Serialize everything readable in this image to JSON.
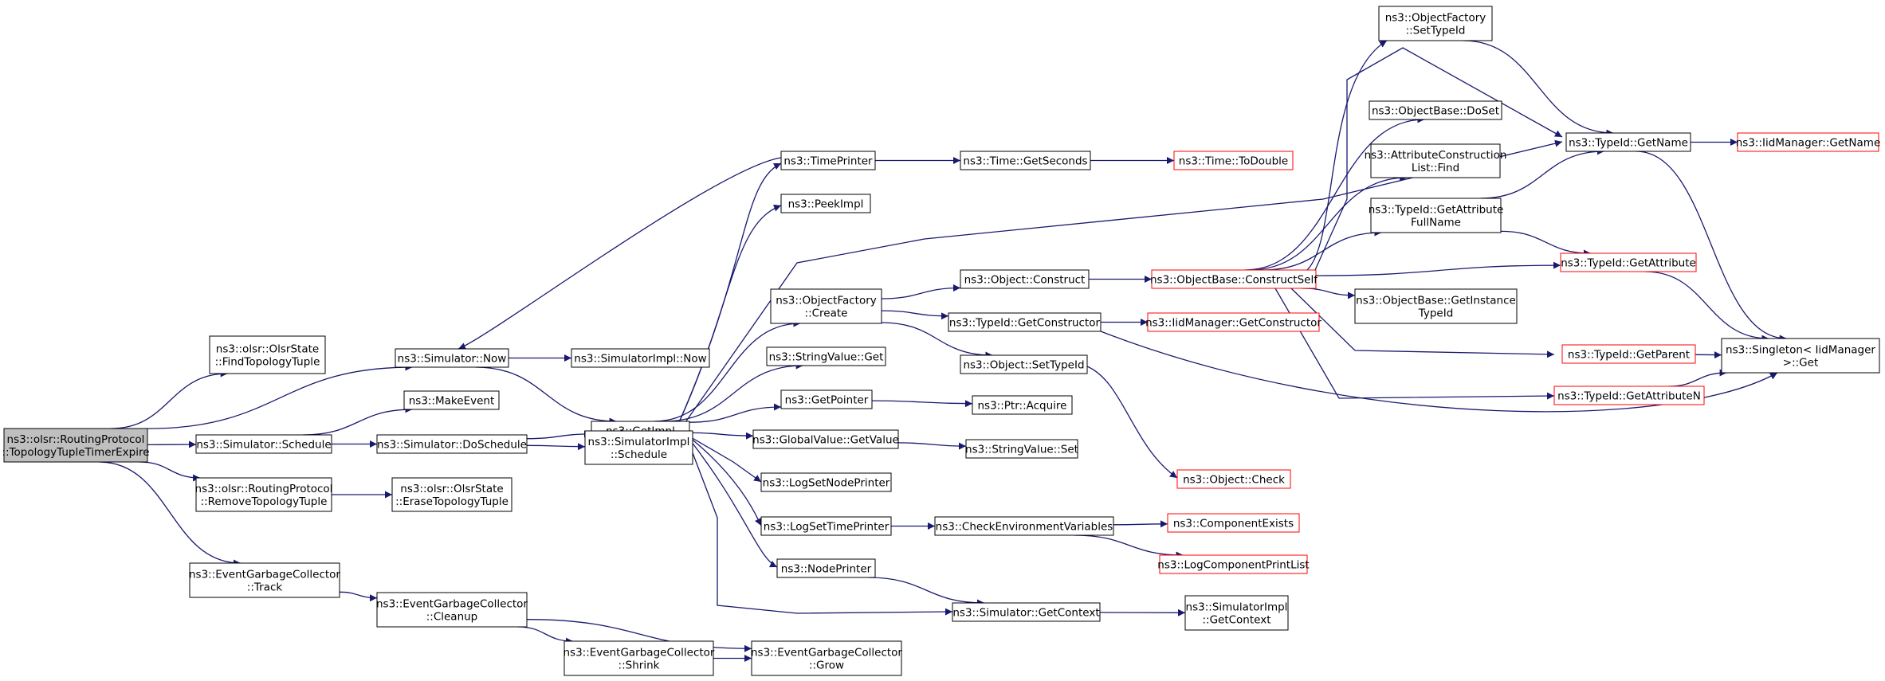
{
  "colors": {
    "edge": "#191970",
    "node_border": "#000000",
    "leaf_border": "#ff0000",
    "root_fill": "#bfbfbf",
    "node_fill": "#ffffff"
  },
  "nodes": [
    {
      "id": "root",
      "lines": [
        "ns3::olsr::RoutingProtocol",
        "::TopologyTupleTimerExpire"
      ],
      "kind": "root"
    },
    {
      "id": "findtt",
      "lines": [
        "ns3::olsr::OlsrState",
        "::FindTopologyTuple"
      ],
      "kind": "normal"
    },
    {
      "id": "simnow",
      "lines": [
        "ns3::Simulator::Now"
      ],
      "kind": "normal"
    },
    {
      "id": "schedule",
      "lines": [
        "ns3::Simulator::Schedule"
      ],
      "kind": "normal"
    },
    {
      "id": "removett",
      "lines": [
        "ns3::olsr::RoutingProtocol",
        "::RemoveTopologyTuple"
      ],
      "kind": "normal"
    },
    {
      "id": "egctrack",
      "lines": [
        "ns3::EventGarbageCollector",
        "::Track"
      ],
      "kind": "normal"
    },
    {
      "id": "makeevent",
      "lines": [
        "ns3::MakeEvent"
      ],
      "kind": "normal"
    },
    {
      "id": "doschedule",
      "lines": [
        "ns3::Simulator::DoSchedule"
      ],
      "kind": "normal"
    },
    {
      "id": "erasett",
      "lines": [
        "ns3::olsr::OlsrState",
        "::EraseTopologyTuple"
      ],
      "kind": "normal"
    },
    {
      "id": "egccleanup",
      "lines": [
        "ns3::EventGarbageCollector",
        "::Cleanup"
      ],
      "kind": "normal"
    },
    {
      "id": "simimplnow",
      "lines": [
        "ns3::SimulatorImpl::Now"
      ],
      "kind": "normal"
    },
    {
      "id": "getimpl",
      "lines": [
        "ns3::GetImpl"
      ],
      "kind": "normal"
    },
    {
      "id": "simimplschedule",
      "lines": [
        "ns3::SimulatorImpl",
        "::Schedule"
      ],
      "kind": "normal"
    },
    {
      "id": "egcshrink",
      "lines": [
        "ns3::EventGarbageCollector",
        "::Shrink"
      ],
      "kind": "normal"
    },
    {
      "id": "egcgrow",
      "lines": [
        "ns3::EventGarbageCollector",
        "::Grow"
      ],
      "kind": "normal"
    },
    {
      "id": "timeprinter",
      "lines": [
        "ns3::TimePrinter"
      ],
      "kind": "normal"
    },
    {
      "id": "peekimpl",
      "lines": [
        "ns3::PeekImpl"
      ],
      "kind": "normal"
    },
    {
      "id": "ofcreate",
      "lines": [
        "ns3::ObjectFactory",
        "::Create"
      ],
      "kind": "normal"
    },
    {
      "id": "stringvalueget",
      "lines": [
        "ns3::StringValue::Get"
      ],
      "kind": "normal"
    },
    {
      "id": "getpointer",
      "lines": [
        "ns3::GetPointer"
      ],
      "kind": "normal"
    },
    {
      "id": "gvgetvalue",
      "lines": [
        "ns3::GlobalValue::GetValue"
      ],
      "kind": "normal"
    },
    {
      "id": "logsetnode",
      "lines": [
        "ns3::LogSetNodePrinter"
      ],
      "kind": "normal"
    },
    {
      "id": "logsettime",
      "lines": [
        "ns3::LogSetTimePrinter"
      ],
      "kind": "normal"
    },
    {
      "id": "nodeprinter",
      "lines": [
        "ns3::NodePrinter"
      ],
      "kind": "normal"
    },
    {
      "id": "timegetseconds",
      "lines": [
        "ns3::Time::GetSeconds"
      ],
      "kind": "normal"
    },
    {
      "id": "objconstruct",
      "lines": [
        "ns3::Object::Construct"
      ],
      "kind": "normal"
    },
    {
      "id": "typeidgetctor",
      "lines": [
        "ns3::TypeId::GetConstructor"
      ],
      "kind": "normal"
    },
    {
      "id": "objsettypeid",
      "lines": [
        "ns3::Object::SetTypeId"
      ],
      "kind": "normal"
    },
    {
      "id": "ptracquire",
      "lines": [
        "ns3::Ptr::Acquire"
      ],
      "kind": "normal"
    },
    {
      "id": "stringvalueset",
      "lines": [
        "ns3::StringValue::Set"
      ],
      "kind": "normal"
    },
    {
      "id": "checkenv",
      "lines": [
        "ns3::CheckEnvironmentVariables"
      ],
      "kind": "normal"
    },
    {
      "id": "simgetcontext",
      "lines": [
        "ns3::Simulator::GetContext"
      ],
      "kind": "normal"
    },
    {
      "id": "timetodouble",
      "lines": [
        "ns3::Time::ToDouble"
      ],
      "kind": "leaf"
    },
    {
      "id": "obconstructself",
      "lines": [
        "ns3::ObjectBase::ConstructSelf"
      ],
      "kind": "leaf"
    },
    {
      "id": "iidgetctor",
      "lines": [
        "ns3::IidManager::GetConstructor"
      ],
      "kind": "leaf"
    },
    {
      "id": "objcheck",
      "lines": [
        "ns3::Object::Check"
      ],
      "kind": "leaf"
    },
    {
      "id": "compexists",
      "lines": [
        "ns3::ComponentExists"
      ],
      "kind": "leaf"
    },
    {
      "id": "logcompprint",
      "lines": [
        "ns3::LogComponentPrintList"
      ],
      "kind": "leaf"
    },
    {
      "id": "simimplgetctx",
      "lines": [
        "ns3::SimulatorImpl",
        "::GetContext"
      ],
      "kind": "normal"
    },
    {
      "id": "ofsettypeid",
      "lines": [
        "ns3::ObjectFactory",
        "::SetTypeId"
      ],
      "kind": "normal"
    },
    {
      "id": "obdoset",
      "lines": [
        "ns3::ObjectBase::DoSet"
      ],
      "kind": "normal"
    },
    {
      "id": "aclfind",
      "lines": [
        "ns3::AttributeConstruction",
        "List::Find"
      ],
      "kind": "normal"
    },
    {
      "id": "typeidgetattrfull",
      "lines": [
        "ns3::TypeId::GetAttribute",
        "FullName"
      ],
      "kind": "normal"
    },
    {
      "id": "obgetinstance",
      "lines": [
        "ns3::ObjectBase::GetInstance",
        "TypeId"
      ],
      "kind": "normal"
    },
    {
      "id": "typeidgetname",
      "lines": [
        "ns3::TypeId::GetName"
      ],
      "kind": "normal"
    },
    {
      "id": "typeidgetattr",
      "lines": [
        "ns3::TypeId::GetAttribute"
      ],
      "kind": "leaf"
    },
    {
      "id": "typeidgetparent",
      "lines": [
        "ns3::TypeId::GetParent"
      ],
      "kind": "leaf"
    },
    {
      "id": "typeidgetattrn",
      "lines": [
        "ns3::TypeId::GetAttributeN"
      ],
      "kind": "leaf"
    },
    {
      "id": "iidgetname",
      "lines": [
        "ns3::IidManager::GetName"
      ],
      "kind": "leaf"
    },
    {
      "id": "singletonget",
      "lines": [
        "ns3::Singleton< IidManager",
        " >::Get"
      ],
      "kind": "normal"
    }
  ],
  "edges": [
    [
      "root",
      "findtt"
    ],
    [
      "root",
      "simnow"
    ],
    [
      "root",
      "schedule"
    ],
    [
      "root",
      "removett"
    ],
    [
      "root",
      "egctrack"
    ],
    [
      "schedule",
      "makeevent"
    ],
    [
      "schedule",
      "doschedule"
    ],
    [
      "removett",
      "erasett"
    ],
    [
      "egctrack",
      "egccleanup"
    ],
    [
      "simnow",
      "simimplnow"
    ],
    [
      "simnow",
      "getimpl"
    ],
    [
      "doschedule",
      "getimpl"
    ],
    [
      "doschedule",
      "simimplschedule"
    ],
    [
      "egccleanup",
      "egcshrink"
    ],
    [
      "egccleanup",
      "egcgrow"
    ],
    [
      "egcshrink",
      "egcgrow"
    ],
    [
      "getimpl",
      "timeprinter"
    ],
    [
      "getimpl",
      "peekimpl"
    ],
    [
      "getimpl",
      "ofcreate"
    ],
    [
      "getimpl",
      "stringvalueget"
    ],
    [
      "getimpl",
      "getpointer"
    ],
    [
      "getimpl",
      "gvgetvalue"
    ],
    [
      "getimpl",
      "logsetnode"
    ],
    [
      "getimpl",
      "logsettime"
    ],
    [
      "getimpl",
      "nodeprinter"
    ],
    [
      "getimpl",
      "simgetcontext"
    ],
    [
      "getimpl",
      "typeidgetname"
    ],
    [
      "timeprinter",
      "simnow"
    ],
    [
      "timeprinter",
      "timegetseconds"
    ],
    [
      "timegetseconds",
      "timetodouble"
    ],
    [
      "ofcreate",
      "objconstruct"
    ],
    [
      "ofcreate",
      "typeidgetctor"
    ],
    [
      "ofcreate",
      "objsettypeid"
    ],
    [
      "getpointer",
      "ptracquire"
    ],
    [
      "gvgetvalue",
      "stringvalueset"
    ],
    [
      "logsettime",
      "checkenv"
    ],
    [
      "nodeprinter",
      "simgetcontext"
    ],
    [
      "objconstruct",
      "obconstructself"
    ],
    [
      "typeidgetctor",
      "iidgetctor"
    ],
    [
      "typeidgetctor",
      "singletonget"
    ],
    [
      "objsettypeid",
      "objcheck"
    ],
    [
      "checkenv",
      "compexists"
    ],
    [
      "checkenv",
      "logcompprint"
    ],
    [
      "simgetcontext",
      "simimplgetctx"
    ],
    [
      "obconstructself",
      "ofsettypeid"
    ],
    [
      "obconstructself",
      "obdoset"
    ],
    [
      "obconstructself",
      "aclfind"
    ],
    [
      "obconstructself",
      "typeidgetattrfull"
    ],
    [
      "obconstructself",
      "obgetinstance"
    ],
    [
      "obconstructself",
      "typeidgetattr"
    ],
    [
      "obconstructself",
      "typeidgetparent"
    ],
    [
      "obconstructself",
      "typeidgetattrn"
    ],
    [
      "obconstructself",
      "typeidgetname"
    ],
    [
      "ofsettypeid",
      "typeidgetname"
    ],
    [
      "typeidgetattrfull",
      "typeidgetname"
    ],
    [
      "typeidgetattrfull",
      "typeidgetattr"
    ],
    [
      "typeidgetname",
      "iidgetname"
    ],
    [
      "typeidgetname",
      "singletonget"
    ],
    [
      "typeidgetattr",
      "singletonget"
    ],
    [
      "typeidgetparent",
      "singletonget"
    ],
    [
      "typeidgetattrn",
      "singletonget"
    ]
  ]
}
